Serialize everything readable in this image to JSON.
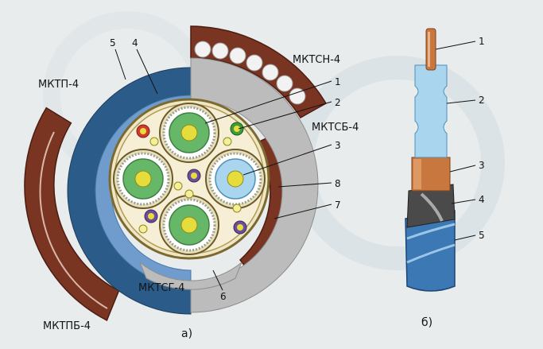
{
  "figure": {
    "part_a": {
      "caption": "а)",
      "variants": {
        "mktp": "МКТП-4",
        "mktsn": "МКТСН-4",
        "mktsb": "МКТСБ-4",
        "mktsg": "МКТСГ-4",
        "mktpb": "МКТПБ-4"
      },
      "callouts": {
        "c1": "1",
        "c2": "2",
        "c3": "3",
        "c4": "4",
        "c5": "5",
        "c6": "6",
        "c7": "7",
        "c8": "8"
      }
    },
    "part_b": {
      "caption": "б)",
      "callouts": {
        "c1": "1",
        "c2": "2",
        "c3": "3",
        "c4": "4",
        "c5": "5"
      }
    }
  },
  "colors": {
    "background": "#e9ecec",
    "outer_brown": "#7a3422",
    "dark_blue": "#2b5b88",
    "light_blue": "#6f9ccc",
    "grey_sheath": "#bcbcbc",
    "core_green": "#66b868",
    "core_yellow": "#e6dd3c",
    "copper": "#c8773f",
    "insulation_blue": "#a9d6ee",
    "cable_blue": "#3b78b4"
  }
}
